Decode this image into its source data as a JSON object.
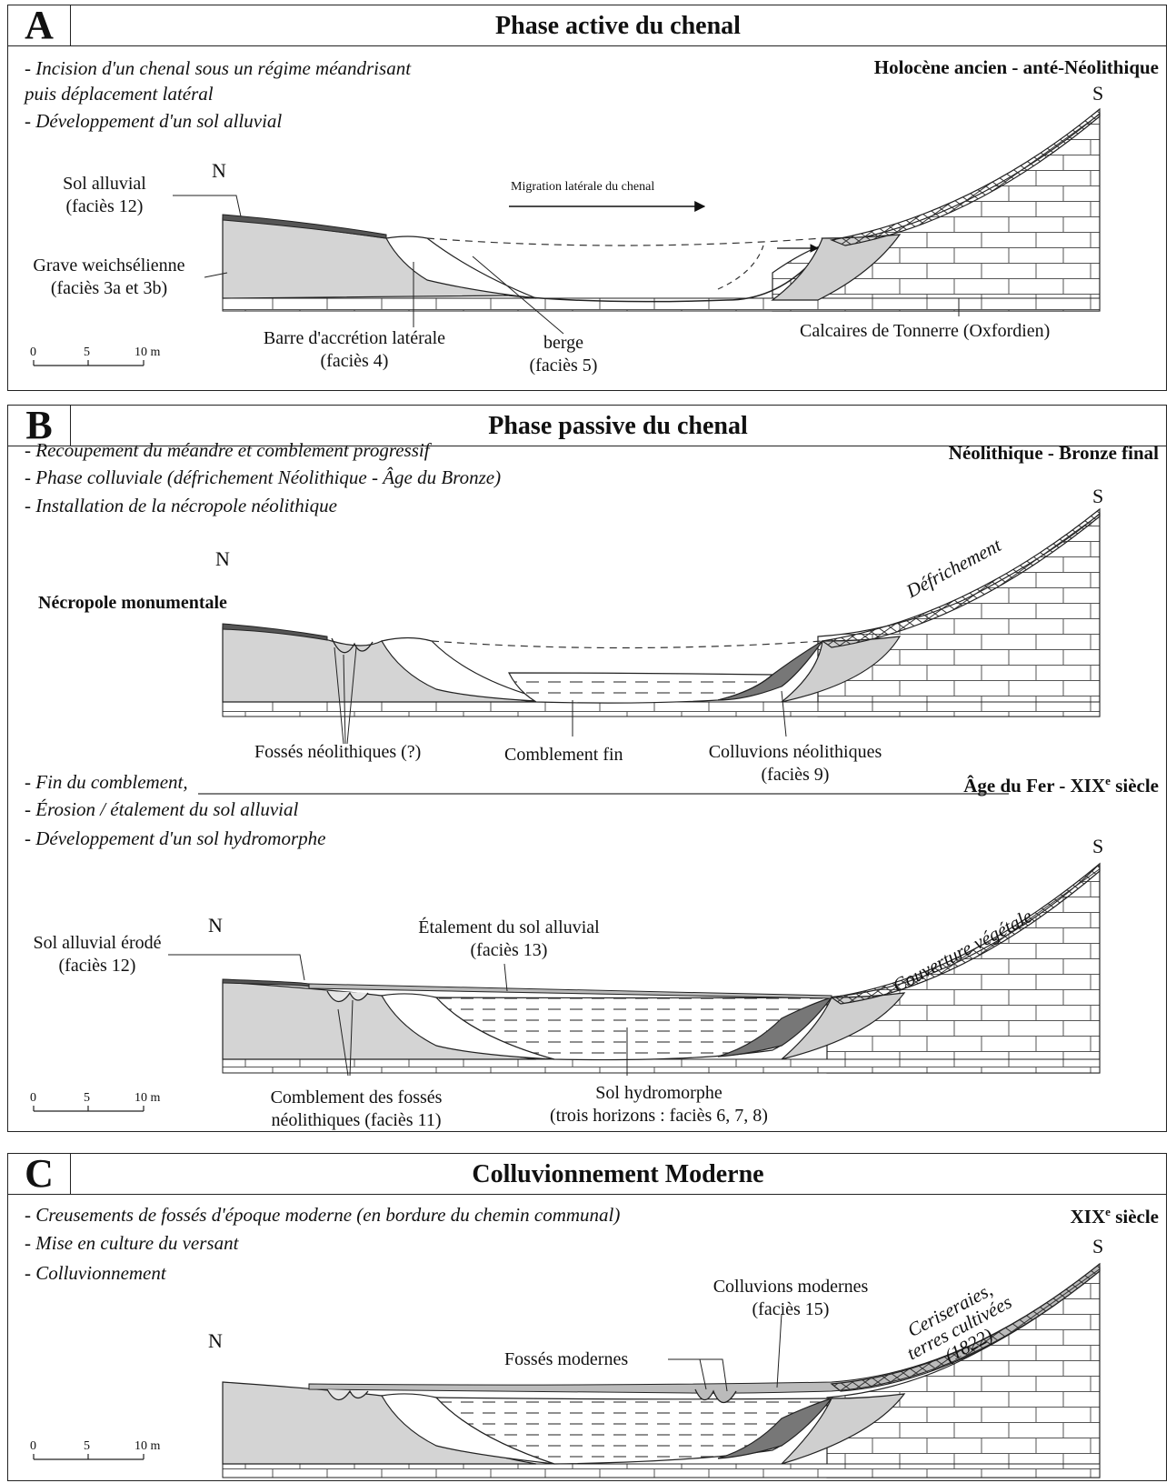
{
  "panelA": {
    "letter": "A",
    "title": "Phase active du chenal",
    "bullets": [
      "- Incision d'un chenal sous un régime méandrisant",
      "puis déplacement latéral",
      "- Développement d'un sol alluvial"
    ],
    "period": "Holocène ancien - anté-Néolithique",
    "north": "N",
    "south": "S",
    "labels": {
      "sol_alluvial": [
        "Sol alluvial",
        "(faciès 12)"
      ],
      "grave": [
        "Grave weichsélienne",
        "(faciès 3a et 3b)"
      ],
      "barre": [
        "Barre d'accrétion latérale",
        "(faciès 4)"
      ],
      "berge": [
        "berge",
        "(faciès 5)"
      ],
      "calcaires": "Calcaires de Tonnerre (Oxfordien)",
      "migration": "Migration latérale du chenal"
    },
    "scale": [
      "0",
      "5",
      "10 m"
    ]
  },
  "panelB": {
    "letter": "B",
    "title": "Phase passive du chenal",
    "bullets": [
      "- Recoupement du méandre et comblement progressif",
      "- Phase colluviale (défrichement Néolithique - Âge du Bronze)",
      "- Installation de la nécropole néolithique"
    ],
    "period": "Néolithique - Bronze final",
    "north": "N",
    "south": "S",
    "necropole": "Nécropole monumentale",
    "defrichement": "Défrichement",
    "labels": {
      "fosses": "Fossés néolithiques (?)",
      "comblement_fin": "Comblement fin",
      "colluvions": [
        "Colluvions néolithiques",
        "(faciès 9)"
      ]
    },
    "bullets2": [
      "- Fin du comblement,",
      "- Érosion / étalement du sol alluvial",
      "- Développement d'un sol hydromorphe"
    ],
    "period2_main": "Âge du Fer  - XIX",
    "period2_sup": "e",
    "period2_end": " siècle",
    "north2": "N",
    "south2": "S",
    "couverture": "Couverture   végétale",
    "labels2": {
      "sol_erode": [
        "Sol alluvial érodé",
        "(faciès 12)"
      ],
      "etalement": [
        "Étalement du sol alluvial",
        "(faciès 13)"
      ],
      "comblement_fosses": [
        "Comblement des fossés",
        "néolithiques (faciès 11)"
      ],
      "sol_hydro": [
        "Sol hydromorphe",
        "(trois horizons : faciès 6, 7, 8)"
      ]
    },
    "scale": [
      "0",
      "5",
      "10 m"
    ]
  },
  "panelC": {
    "letter": "C",
    "title": "Colluvionnement Moderne",
    "bullets": [
      "- Creusements de fossés d'époque moderne (en bordure du chemin communal)",
      "- Mise en culture du versant",
      "- Colluvionnement"
    ],
    "period_main": "XIX",
    "period_sup": "e",
    "period_end": " siècle",
    "north": "N",
    "south": "S",
    "ceriseraies": [
      "Ceriseraies,",
      "terres cultivées",
      "(1822)"
    ],
    "labels": {
      "colluvions": [
        "Colluvions  modernes",
        "(faciès 15)"
      ],
      "fosses": "Fossés modernes"
    },
    "scale": [
      "0",
      "5",
      "10 m"
    ]
  }
}
